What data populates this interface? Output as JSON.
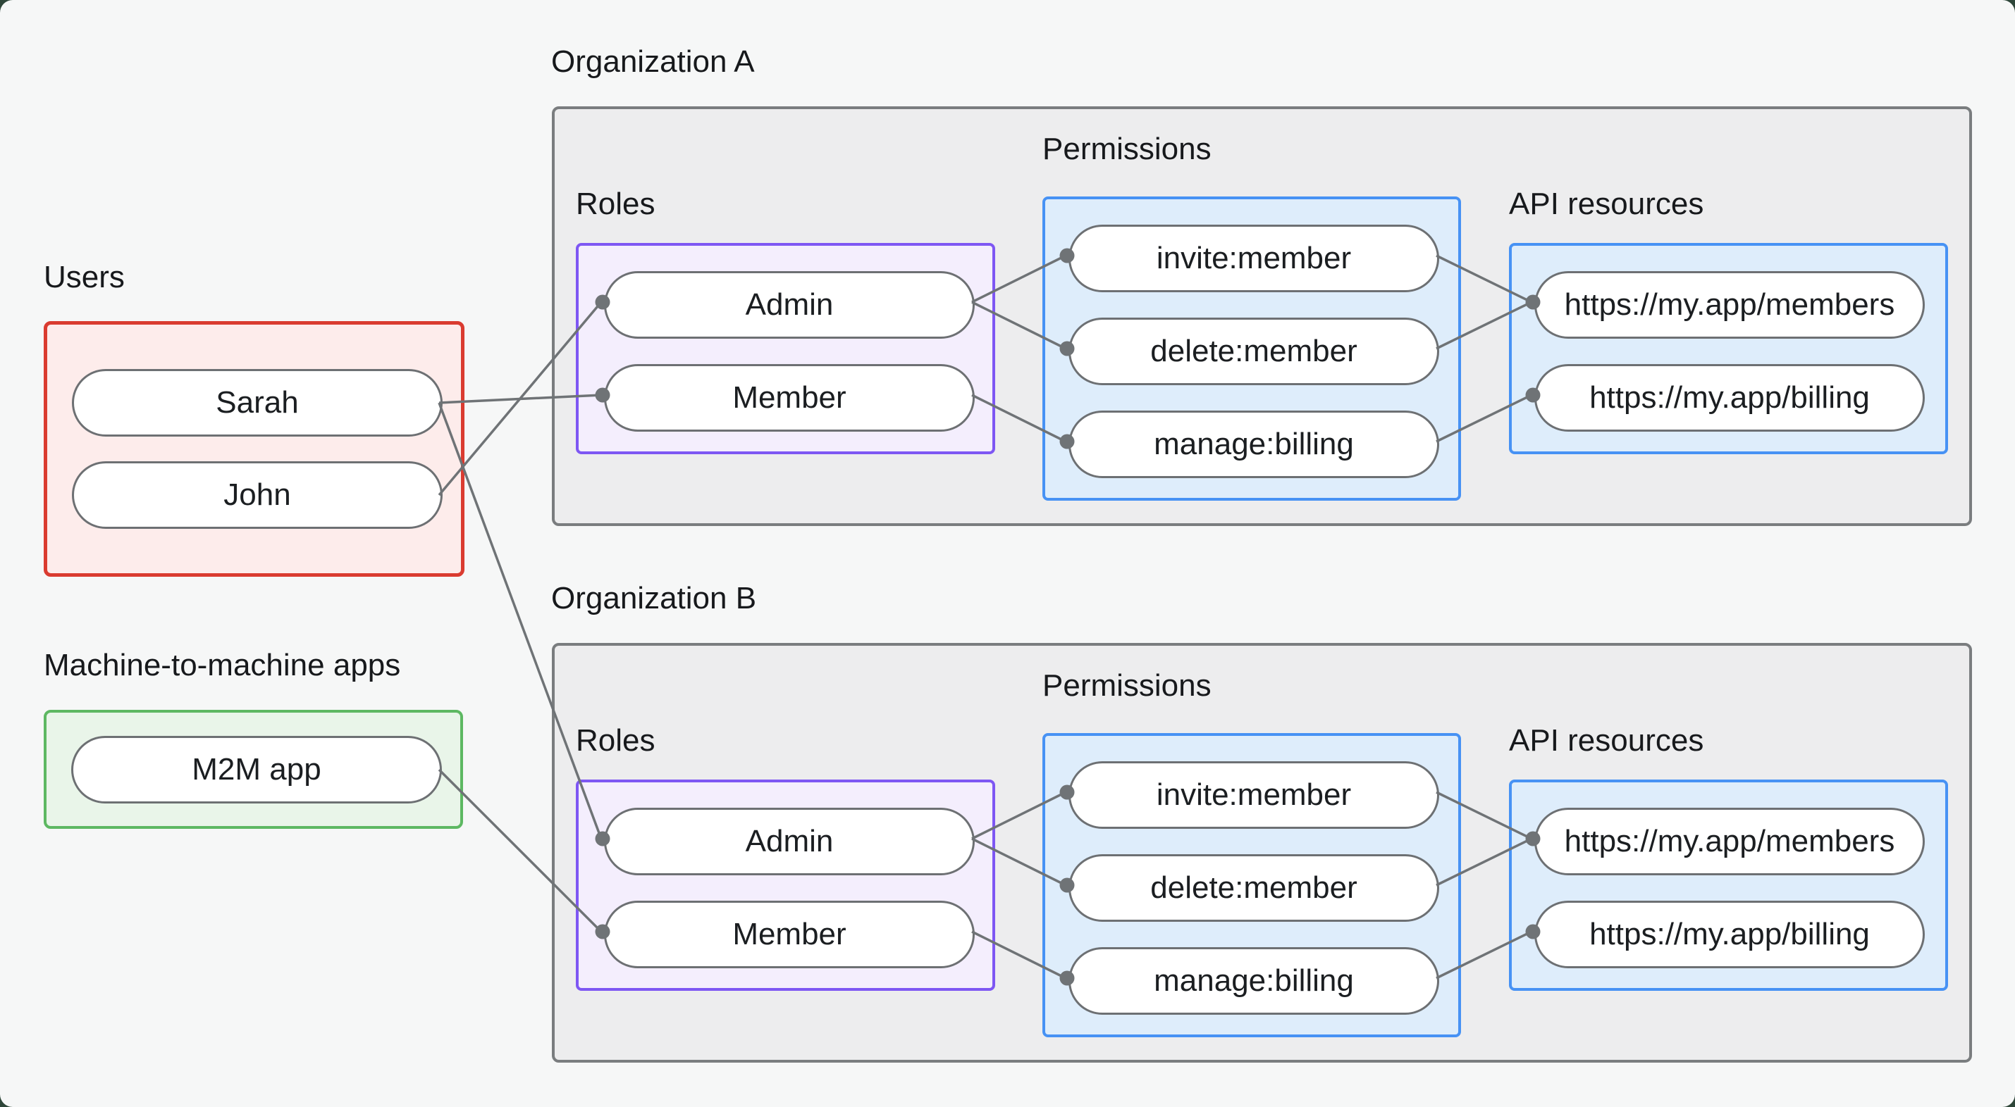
{
  "page": {
    "background": "#f6f7f7",
    "outside_color": "#2e4639",
    "box_gray_fill": "#ededee",
    "box_gray_border": "#7a7d7f",
    "red_border": "#da3b30",
    "red_fill": "#fdeceb",
    "green_border": "#5db862",
    "green_fill": "#e9f5e9",
    "purple_border": "#7e57f3",
    "purple_fill": "#f4eefd",
    "blue_border": "#4792f4",
    "blue_fill": "#deedfb",
    "wire_color": "#6f7376",
    "text_color": "#1b1e21"
  },
  "users_group": {
    "label": "Users",
    "members": [
      "Sarah",
      "John"
    ]
  },
  "m2m_group": {
    "label": "Machine-to-machine apps",
    "members": [
      "M2M app"
    ]
  },
  "organizations": [
    {
      "title": "Organization A",
      "sections": {
        "roles": {
          "label": "Roles",
          "items": [
            "Admin",
            "Member"
          ]
        },
        "permissions": {
          "label": "Permissions",
          "items": [
            "invite:member",
            "delete:member",
            "manage:billing"
          ]
        },
        "api": {
          "label": "API resources",
          "items": [
            "https://my.app/members",
            "https://my.app/billing"
          ]
        }
      }
    },
    {
      "title": "Organization B",
      "sections": {
        "roles": {
          "label": "Roles",
          "items": [
            "Admin",
            "Member"
          ]
        },
        "permissions": {
          "label": "Permissions",
          "items": [
            "invite:member",
            "delete:member",
            "manage:billing"
          ]
        },
        "api": {
          "label": "API resources",
          "items": [
            "https://my.app/members",
            "https://my.app/billing"
          ]
        }
      }
    }
  ],
  "connections": [
    {
      "from": "Sarah",
      "to": "Organization A / Member"
    },
    {
      "from": "John",
      "to": "Organization A / Admin"
    },
    {
      "from": "Sarah",
      "to": "Organization B / Admin"
    },
    {
      "from": "M2M app",
      "to": "Organization B / Member"
    },
    {
      "from": "Organization A / Admin",
      "to": "Organization A / invite:member"
    },
    {
      "from": "Organization A / Admin",
      "to": "Organization A / delete:member"
    },
    {
      "from": "Organization A / Member",
      "to": "Organization A / manage:billing"
    },
    {
      "from": "Organization A / invite:member",
      "to": "Organization A / https://my.app/members"
    },
    {
      "from": "Organization A / delete:member",
      "to": "Organization A / https://my.app/members"
    },
    {
      "from": "Organization A / manage:billing",
      "to": "Organization A / https://my.app/billing"
    },
    {
      "from": "Organization B / Admin",
      "to": "Organization B / invite:member"
    },
    {
      "from": "Organization B / Admin",
      "to": "Organization B / delete:member"
    },
    {
      "from": "Organization B / Member",
      "to": "Organization B / manage:billing"
    },
    {
      "from": "Organization B / invite:member",
      "to": "Organization B / https://my.app/members"
    },
    {
      "from": "Organization B / delete:member",
      "to": "Organization B / https://my.app/members"
    },
    {
      "from": "Organization B / manage:billing",
      "to": "Organization B / https://my.app/billing"
    }
  ]
}
